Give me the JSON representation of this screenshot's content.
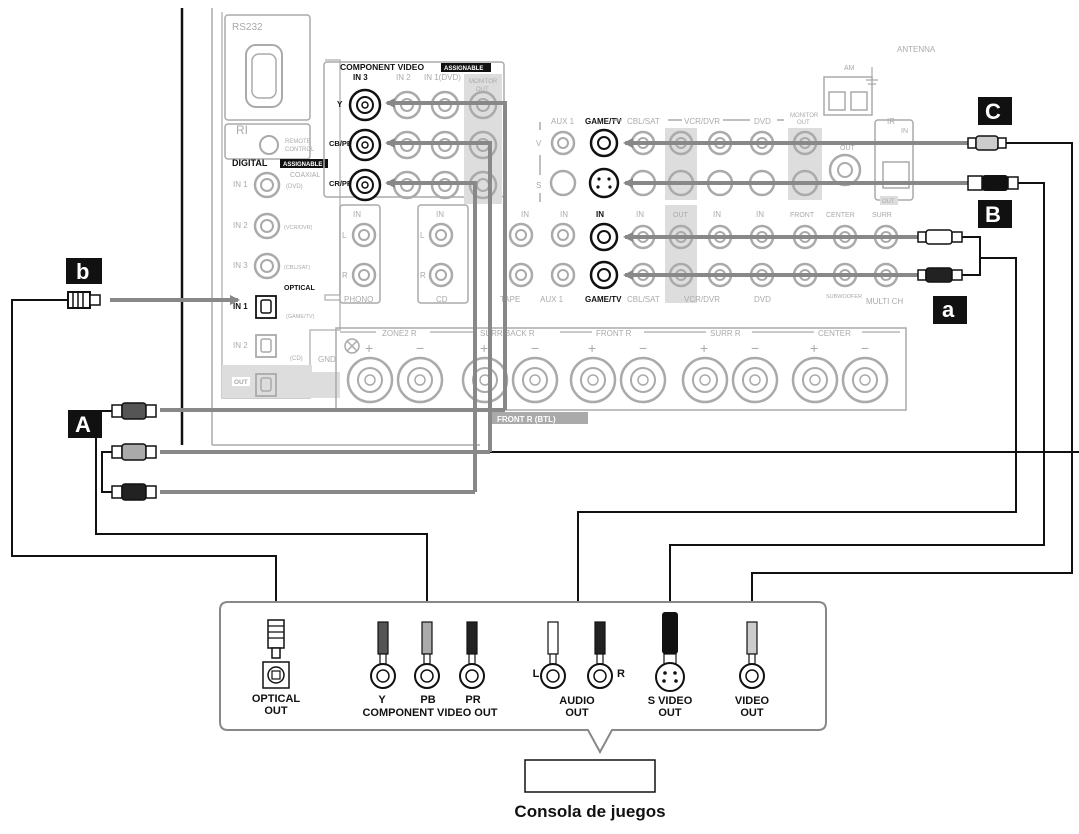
{
  "receiver": {
    "rs232": "RS232",
    "ri": "RI",
    "remote": "REMOTE\nCONTROL",
    "digital": "DIGITAL",
    "assignable": "ASSIGNABLE",
    "coaxial": "COAXIAL",
    "optical": "OPTICAL",
    "in1": "IN 1",
    "in2": "IN 2",
    "in3": "IN 3",
    "out": "OUT",
    "dvd_paren": "(DVD)",
    "vcr_paren": "(VCR/DVR)",
    "cbl_paren": "(CBL/SAT)",
    "game_paren": "(GAME/TV)",
    "cd_paren": "(CD)",
    "comp_title": "COMPONENT VIDEO",
    "comp_in3": "IN 3",
    "comp_in2": "IN 2",
    "comp_in1": "IN 1(DVD)",
    "monitor_out": "MONITOR\nOUT",
    "y": "Y",
    "cb": "CB/PB",
    "cr": "CR/PR",
    "antenna": "ANTENNA",
    "am": "AM",
    "aux1": "AUX 1",
    "game_tv": "GAME/TV",
    "cbl_sat": "CBL/SAT",
    "vcr_dvr": "VCR/DVR",
    "dvd": "DVD",
    "ir": "IR",
    "ir_in": "IN",
    "in": "IN",
    "front": "FRONT",
    "center": "CENTER",
    "surr": "SURR",
    "subwoofer": "SUBWOOFER",
    "multi_ch": "MULTI CH",
    "phono": "PHONO",
    "cd": "CD",
    "tape": "TAPE",
    "gnd": "GND",
    "zone2r": "ZONE2 R",
    "surrbackr": "SURR BACK R",
    "frontr": "FRONT R",
    "surrr": "SURR R",
    "center_sp": "CENTER",
    "frontrbtl": "FRONT R (BTL)",
    "l": "L",
    "r": "R",
    "v": "V",
    "s": "S"
  },
  "markers": {
    "A": "A",
    "B": "B",
    "C": "C",
    "a": "a",
    "b": "b"
  },
  "console": {
    "optical_out": "OPTICAL\nOUT",
    "y": "Y",
    "pb": "PB",
    "pr": "PR",
    "component_video_out": "COMPONENT VIDEO OUT",
    "audio_out": "AUDIO\nOUT",
    "l": "L",
    "r": "R",
    "svideo_out": "S VIDEO\nOUT",
    "video_out": "VIDEO\nOUT",
    "caption": "Consola de juegos"
  }
}
